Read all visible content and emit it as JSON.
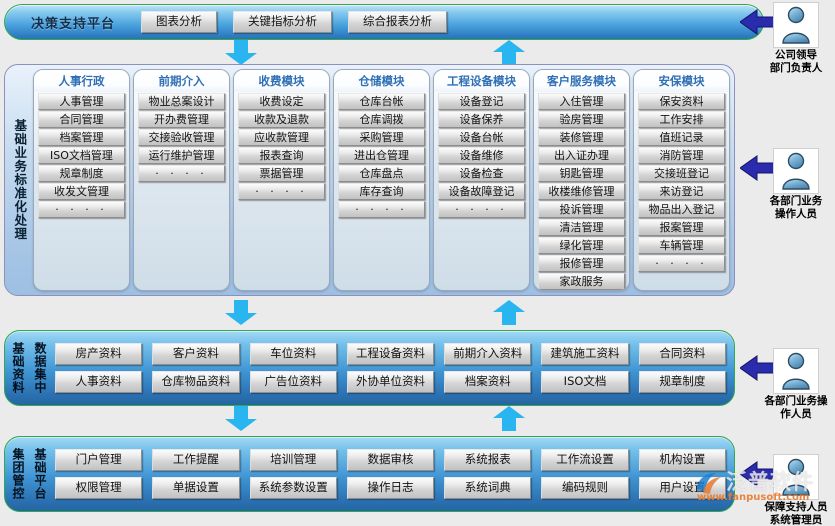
{
  "topbar": {
    "title": "决策支持平台",
    "buttons": [
      "图表分析",
      "关键指标分析",
      "综合报表分析"
    ]
  },
  "main": {
    "side_label": "基础业务标准化处理",
    "cards": [
      {
        "title": "人事行政",
        "items": [
          "人事管理",
          "合同管理",
          "档案管理",
          "ISO文档管理",
          "规章制度",
          "收发文管理",
          "· · · ·"
        ]
      },
      {
        "title": "前期介入",
        "items": [
          "物业总案设计",
          "开办费管理",
          "交接验收管理",
          "运行维护管理",
          "· · · ·"
        ]
      },
      {
        "title": "收费模块",
        "items": [
          "收费设定",
          "收款及退款",
          "应收款管理",
          "报表查询",
          "票据管理",
          "· · · ·"
        ]
      },
      {
        "title": "仓储模块",
        "items": [
          "仓库台帐",
          "仓库调拨",
          "采购管理",
          "进出仓管理",
          "仓库盘点",
          "库存查询",
          "· · · ·"
        ]
      },
      {
        "title": "工程设备模块",
        "items": [
          "设备登记",
          "设备保养",
          "设备台帐",
          "设备维修",
          "设备检查",
          "设备故障登记",
          "· · · ·"
        ]
      },
      {
        "title": "客户服务模块",
        "items": [
          "入住管理",
          "验房管理",
          "装修管理",
          "出入证办理",
          "钥匙管理",
          "收楼维修管理",
          "投诉管理",
          "清洁管理",
          "绿化管理",
          "报修管理",
          "家政服务",
          "· · · ·"
        ]
      },
      {
        "title": "安保模块",
        "items": [
          "保安资料",
          "工作安排",
          "值班记录",
          "消防管理",
          "交接班登记",
          "来访登记",
          "物品出入登记",
          "报案管理",
          "车辆管理",
          "· · · ·"
        ]
      }
    ]
  },
  "data_row": {
    "side_label_1": "基础资料",
    "side_label_2": "数据集中",
    "row1": [
      "房产资料",
      "客户资料",
      "车位资料",
      "工程设备资料",
      "前期介入资料",
      "建筑施工资料",
      "合同资料"
    ],
    "row2": [
      "人事资料",
      "仓库物品资料",
      "广告位资料",
      "外协单位资料",
      "档案资料",
      "ISO文档",
      "规章制度"
    ]
  },
  "platform_row": {
    "side_label_1": "集团管控",
    "side_label_2": "基础平台",
    "row1": [
      "门户管理",
      "工作提醒",
      "培训管理",
      "数据审核",
      "系统报表",
      "工作流设置",
      "机构设置"
    ],
    "row2": [
      "权限管理",
      "单据设置",
      "系统参数设置",
      "操作日志",
      "系统词典",
      "编码规则",
      "用户设置"
    ]
  },
  "actors": [
    {
      "line1": "公司领导",
      "line2": "部门负责人"
    },
    {
      "line1": "各部门业务",
      "line2": "操作人员"
    },
    {
      "line1": "各部门业务操",
      "line2": "作人员"
    },
    {
      "line1": "保障支持人员",
      "line2": "系统管理员"
    }
  ],
  "watermark": {
    "text": "泛普软件",
    "url": "www.fanpusoft.com"
  },
  "colors": {
    "accent_blue": "#2f7fc4",
    "border_green": "#2fa84f",
    "arrow_cyan": "#29b6f0",
    "arrow_navy": "#2b2bad",
    "card_title": "#2f6fb5"
  }
}
